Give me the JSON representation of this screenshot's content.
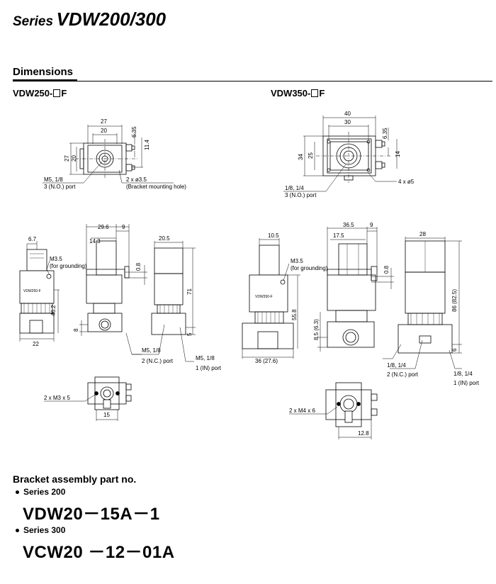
{
  "header": {
    "series_prefix": "Series",
    "series_model": "VDW200/300"
  },
  "section": {
    "title": "Dimensions"
  },
  "models": {
    "left": "VDW250-",
    "left_suffix": "F",
    "right": "VDW350-",
    "right_suffix": "F"
  },
  "dims_left_top": {
    "d27w": "27",
    "d20w": "20",
    "d635": "6.35",
    "d114": "11.4",
    "d27h": "27",
    "d20h": "20",
    "port_a": "M5, 1/8",
    "port_a2": "3 (N.O.) port",
    "hole_a": "2 x ø3.5",
    "hole_b": "(Bracket mounting hole)"
  },
  "dims_right_top": {
    "d40": "40",
    "d30": "30",
    "d635": "6.35",
    "d14": "14",
    "d34": "34",
    "d25": "25",
    "port_a": "1/8, 1/4",
    "port_a2": "3 (N.O.) port",
    "hole": "4 x ø5"
  },
  "dims_left_mid": {
    "d67": "6.7",
    "d296": "29.6",
    "d9": "9",
    "d143": "14.3",
    "d205": "20.5",
    "ground_a": "M3.5",
    "ground_b": "(for grounding)",
    "d08": "0.8",
    "d462": "46.2",
    "d71": "71",
    "d8": "8",
    "d5": "5",
    "d22": "22",
    "port_b": "M5, 1/8",
    "port_b2": "2 (N.C.) port",
    "port_c": "M5, 1/8",
    "port_c2": "1 (IN) port",
    "nameplate": "VDW250-F"
  },
  "dims_right_mid": {
    "d105": "10.5",
    "d365": "36.5",
    "d9": "9",
    "d175": "17.5",
    "d28": "28",
    "ground_a": "M3.5",
    "ground_b": "(for grounding)",
    "d08": "0.8",
    "d558": "55.8",
    "d85": "8.5 (6.3)",
    "d86": "86 (82.5)",
    "d6": "6",
    "d36": "36 (27.6)",
    "port_b": "1/8, 1/4",
    "port_b2": "2 (N.C.) port",
    "port_c": "1/8, 1/4",
    "port_c2": "1 (IN) port",
    "nameplate": "VDW350-F"
  },
  "dims_left_bottom": {
    "screw": "2 x M3 x 5",
    "d15": "15"
  },
  "dims_right_bottom": {
    "screw": "2 x M4 x 6",
    "d128": "12.8"
  },
  "bracket": {
    "title": "Bracket assembly part no.",
    "series200": "Series 200",
    "part200": "VDW20－15A－1",
    "series300": "Series 300",
    "part300": "VCW20 －12－01A"
  }
}
